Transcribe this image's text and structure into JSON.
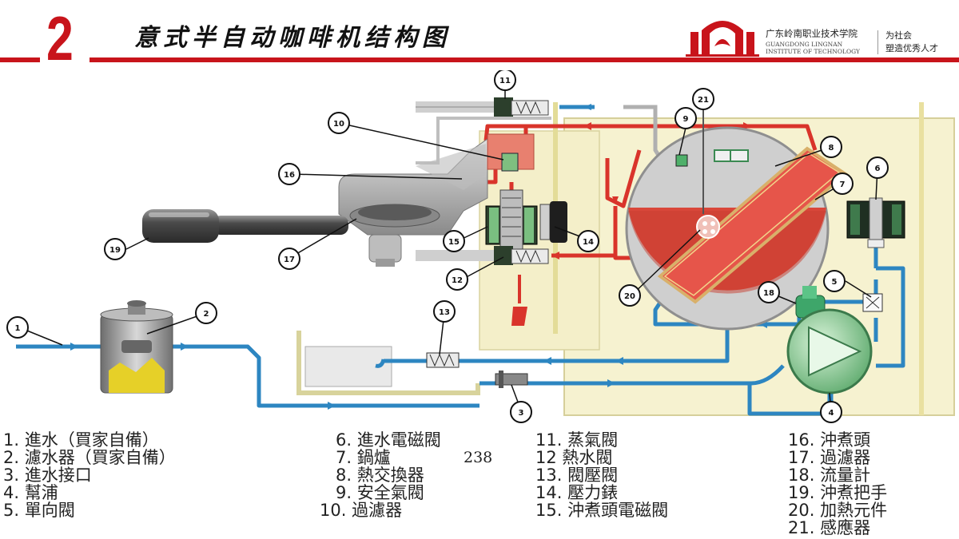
{
  "header": {
    "slide_number": "2",
    "title": "意式半自动咖啡机结构图"
  },
  "logo": {
    "school_name": "广东岭南职业技术学院",
    "school_name_en_1": "GUANGDONG LINGNAN",
    "school_name_en_2": "INSTITUTE OF TECHNOLOGY",
    "slogan_line1": "为社会",
    "slogan_line2": "塑造优秀人才"
  },
  "page_number": "238",
  "diagram": {
    "callouts": [
      "1",
      "2",
      "3",
      "4",
      "5",
      "6",
      "7",
      "8",
      "9",
      "10",
      "11",
      "12",
      "13",
      "14",
      "15",
      "16",
      "17",
      "18",
      "19",
      "20",
      "21"
    ]
  },
  "legend": {
    "col1": [
      "1. 進水（買家自備）",
      "2. 濾水器（買家自備）",
      "3. 進水接口",
      "4. 幫浦",
      "5. 單向閥"
    ],
    "col2": [
      "6. 進水電磁閥",
      "7. 鍋爐",
      "8. 熱交換器",
      "9. 安全氣閥",
      "10. 過濾器"
    ],
    "col3": [
      "11. 蒸氣閥",
      "12  熱水閥",
      "13. 閥壓閥",
      "14. 壓力錶",
      "15. 沖煮頭電磁閥"
    ],
    "col4": [
      "16. 沖煮頭",
      "17. 過濾器",
      "18. 流量計",
      "19. 沖煮把手",
      "20. 加熱元件",
      "21. 感應器"
    ]
  },
  "colors": {
    "accent_red": "#c8141b",
    "water_blue": "#2d86c1",
    "hot_red": "#d9342b",
    "panel": "#f6f2d0"
  }
}
